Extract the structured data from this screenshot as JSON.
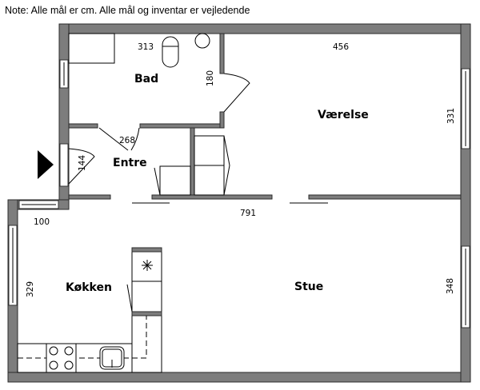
{
  "note": "Note: Alle mål er cm. Alle mål og inventar er vejledende",
  "rooms": {
    "bad": "Bad",
    "entre": "Entre",
    "vaerelse": "Værelse",
    "koekken": "Køkken",
    "stue": "Stue"
  },
  "dimensions": {
    "bad_width": "313",
    "bad_height": "180",
    "entre_width": "268",
    "entre_height": "144",
    "vaerelse_width": "456",
    "vaerelse_height": "331",
    "total_width": "791",
    "koekken_small": "100",
    "koekken_height": "329",
    "stue_height": "348"
  },
  "icons": {
    "entrance": "entrance-arrow-icon"
  }
}
